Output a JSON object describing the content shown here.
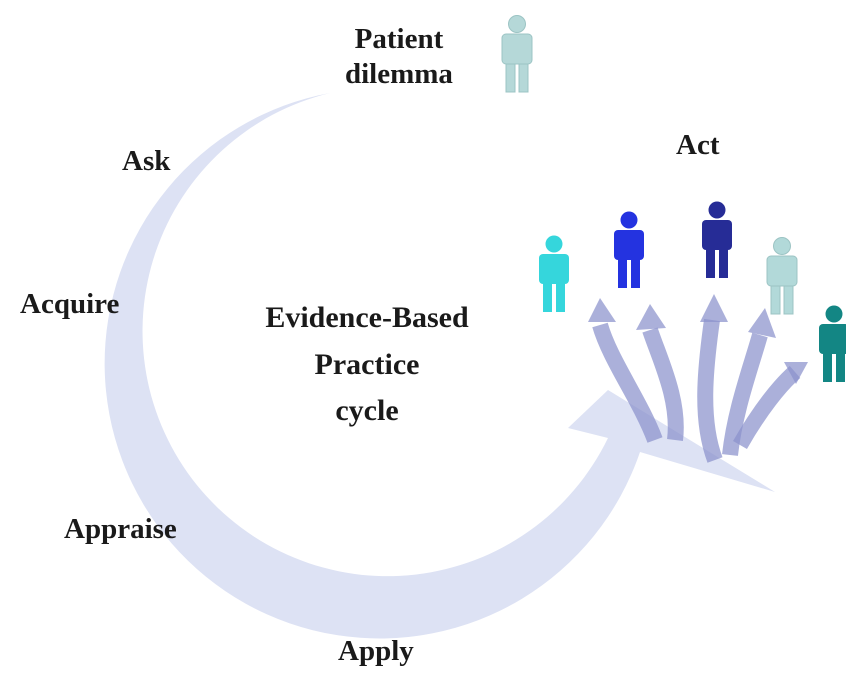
{
  "title": {
    "line1": "Evidence-Based",
    "line2": "Practice",
    "line3": "cycle"
  },
  "steps": {
    "patient_dilemma": {
      "line1": "Patient",
      "line2": "dilemma"
    },
    "ask": "Ask",
    "acquire": "Acquire",
    "appraise": "Appraise",
    "apply": "Apply",
    "act": "Act"
  },
  "icons": {
    "patient": "person-icon",
    "people": [
      "person-icon",
      "person-icon",
      "person-icon",
      "person-icon",
      "person-icon"
    ]
  },
  "colors": {
    "cycle_arrow": "#dde2f4",
    "branch_arrows": "#8a92cc",
    "patient_person": "#b5d8d8",
    "people": [
      "#35d6dc",
      "#2433e0",
      "#262c96",
      "#b2d9d9",
      "#138684"
    ]
  }
}
